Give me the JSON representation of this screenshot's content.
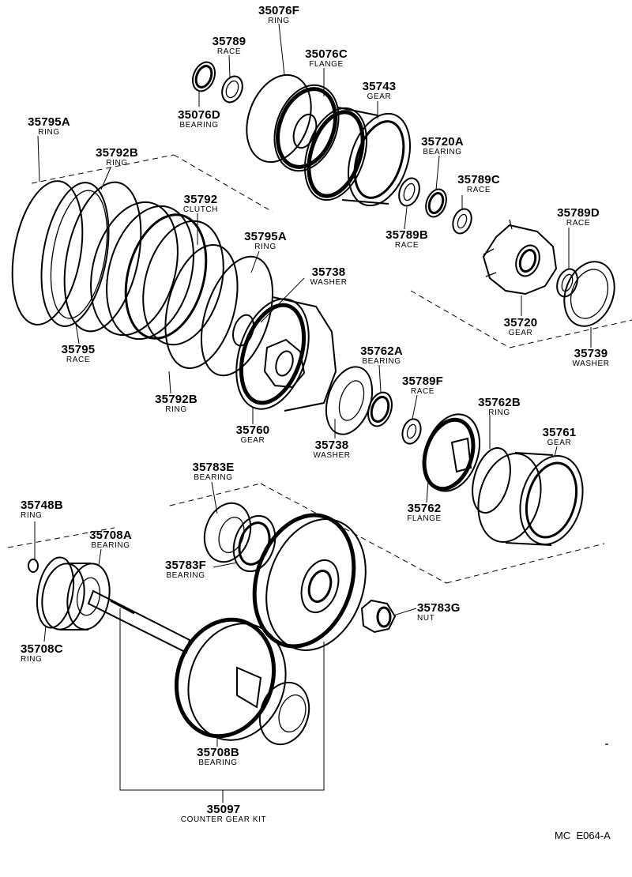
{
  "diagram": {
    "callouts": [
      {
        "id": "c1",
        "number": "35076F",
        "name": "RING"
      },
      {
        "id": "c2",
        "number": "35789",
        "name": "RACE"
      },
      {
        "id": "c3",
        "number": "35076C",
        "name": "FLANGE"
      },
      {
        "id": "c4",
        "number": "35743",
        "name": "GEAR"
      },
      {
        "id": "c5",
        "number": "35076D",
        "name": "BEARING"
      },
      {
        "id": "c6",
        "number": "35795A",
        "name": "RING"
      },
      {
        "id": "c7",
        "number": "35792B",
        "name": "RING"
      },
      {
        "id": "c8",
        "number": "35720A",
        "name": "BEARING"
      },
      {
        "id": "c9",
        "number": "35789C",
        "name": "RACE"
      },
      {
        "id": "c10",
        "number": "35792",
        "name": "CLUTCH"
      },
      {
        "id": "c11",
        "number": "35789D",
        "name": "RACE"
      },
      {
        "id": "c12",
        "number": "35789B",
        "name": "RACE"
      },
      {
        "id": "c13",
        "number": "35795A",
        "name": "RING"
      },
      {
        "id": "c14",
        "number": "35738",
        "name": "WASHER"
      },
      {
        "id": "c15",
        "number": "35720",
        "name": "GEAR"
      },
      {
        "id": "c16",
        "number": "35795",
        "name": "RACE"
      },
      {
        "id": "c17",
        "number": "35739",
        "name": "WASHER"
      },
      {
        "id": "c18",
        "number": "35762A",
        "name": "BEARING"
      },
      {
        "id": "c19",
        "number": "35789F",
        "name": "RACE"
      },
      {
        "id": "c20",
        "number": "35792B",
        "name": "RING"
      },
      {
        "id": "c21",
        "number": "35762B",
        "name": "RING"
      },
      {
        "id": "c22",
        "number": "35761",
        "name": "GEAR"
      },
      {
        "id": "c23",
        "number": "35760",
        "name": "GEAR"
      },
      {
        "id": "c24",
        "number": "35738",
        "name": "WASHER"
      },
      {
        "id": "c25",
        "number": "35783E",
        "name": "BEARING"
      },
      {
        "id": "c26",
        "number": "35762",
        "name": "FLANGE"
      },
      {
        "id": "c27",
        "number": "35748B",
        "name": "RING"
      },
      {
        "id": "c28",
        "number": "35708A",
        "name": "BEARING"
      },
      {
        "id": "c29",
        "number": "35783F",
        "name": "BEARING"
      },
      {
        "id": "c30",
        "number": "35783G",
        "name": "NUT"
      },
      {
        "id": "c31",
        "number": "35708C",
        "name": "RING"
      },
      {
        "id": "c32",
        "number": "35708B",
        "name": "BEARING"
      },
      {
        "id": "c33",
        "number": "35097",
        "name": "COUNTER GEAR KIT"
      }
    ],
    "figure_code": "MC  E064-A"
  }
}
